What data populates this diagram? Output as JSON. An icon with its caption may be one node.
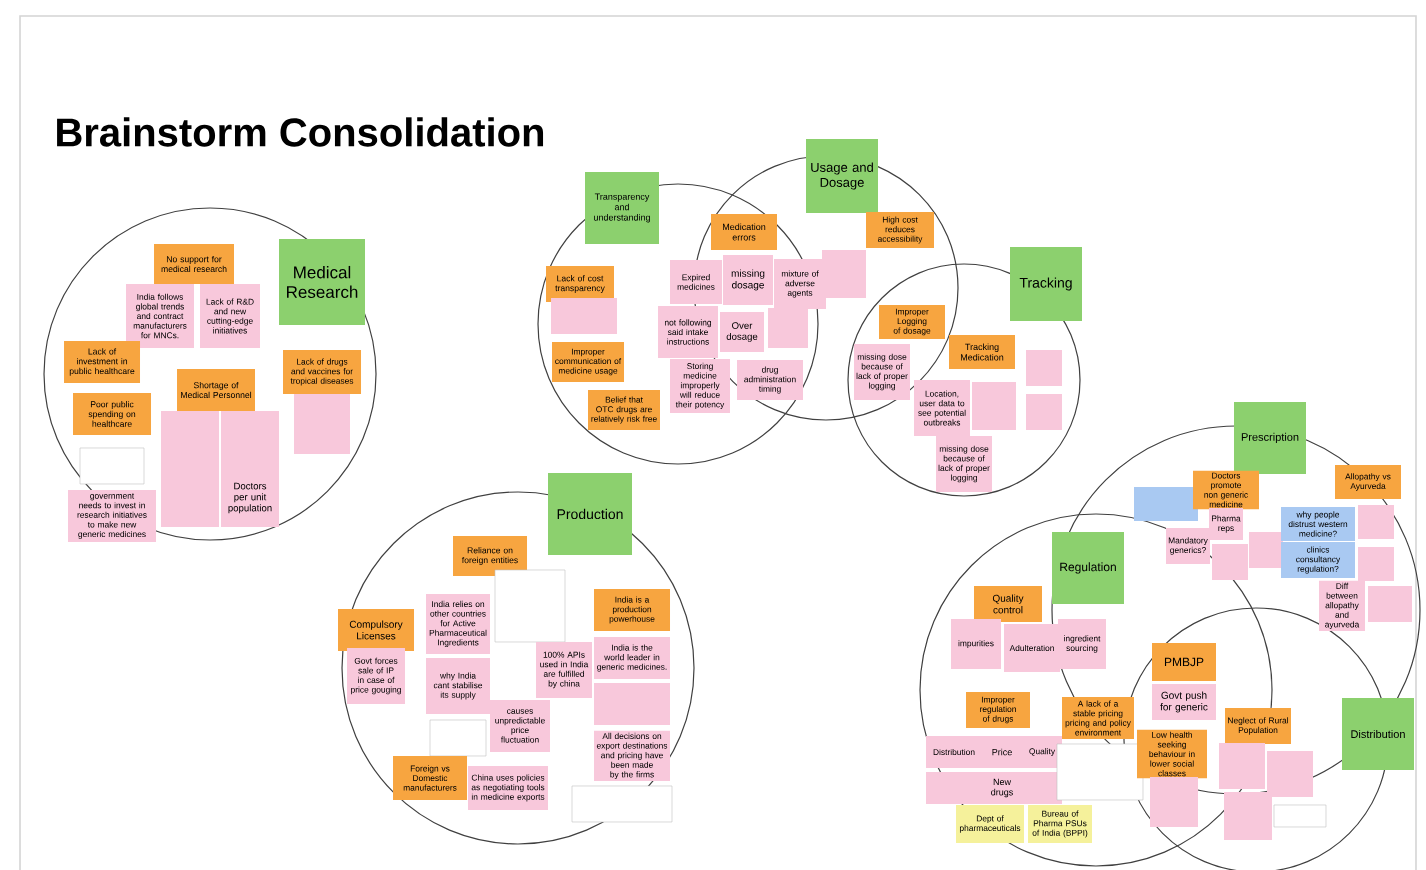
{
  "diagram": {
    "title": "Brainstorm Consolidation",
    "nodes": [
      {
        "text": [
          "Medical Research"
        ]
      },
      {
        "text": [
          "No support for medical research"
        ]
      },
      {
        "text": [
          "India follows global trends and contract manufacturers for MNCs."
        ]
      },
      {
        "text": [
          "Lack of R&D and new cutting-edge initiatives"
        ]
      },
      {
        "text": [
          "Lack of investment in public healthcare"
        ]
      },
      {
        "text": [
          "Shortage of Medical Personnel"
        ]
      },
      {
        "text": [
          "Lack of drugs and vaccines for tropical diseases"
        ]
      },
      {
        "text": [
          "Poor public spending on healthcare"
        ]
      },
      {
        "text": [],
        "shape": "box"
      },
      {
        "text": [],
        "shape": "box"
      },
      {
        "text": [],
        "shape": "box"
      },
      {
        "text": [],
        "shape": "box"
      },
      {
        "text": [],
        "shape": "box"
      },
      {
        "text": [
          "Doctors per unit population"
        ]
      },
      {
        "text": [
          "government needs to invest in research initiatives to make new generic medicines"
        ]
      },
      {
        "text": [
          "Transparency and understanding"
        ]
      },
      {
        "text": [
          "Usage and Dosage"
        ]
      },
      {
        "text": [
          "Medication errors"
        ]
      },
      {
        "text": [
          "Lack of cost transparency"
        ]
      },
      {
        "text": [],
        "shape": "box"
      },
      {
        "text": [
          "Improper communication of medicine usage"
        ]
      },
      {
        "text": [
          "Belief that OTC drugs are relatively risk free"
        ]
      },
      {
        "text": [
          "Expired medicines"
        ]
      },
      {
        "text": [
          "missing dosage"
        ]
      },
      {
        "text": [
          "mixture of adverse agents"
        ]
      },
      {
        "text": [
          "not following said intake instructions"
        ]
      },
      {
        "text": [
          "Over dosage"
        ]
      },
      {
        "text": [],
        "shape": "box"
      },
      {
        "text": [
          "Storing medicine improperly will reduce their potency"
        ]
      },
      {
        "text": [
          "drug administration timing"
        ]
      },
      {
        "text": [
          "High cost reduces accessibility"
        ]
      },
      {
        "text": [],
        "shape": "box"
      },
      {
        "text": [
          "Tracking"
        ]
      },
      {
        "text": [
          "Improper Logging of dosage"
        ]
      },
      {
        "text": [
          "Tracking Medication"
        ]
      },
      {
        "text": [
          "missing dose because of lack of proper logging"
        ]
      },
      {
        "text": [
          "Location, user data to see potential outbreaks"
        ]
      },
      {
        "text": [],
        "shape": "box"
      },
      {
        "text": [
          "missing dose because of lack of proper logging"
        ]
      },
      {
        "text": [],
        "shape": "box"
      },
      {
        "text": [],
        "shape": "box"
      },
      {
        "text": [
          "Production"
        ]
      },
      {
        "text": [
          "Reliance on foreign entities"
        ]
      },
      {
        "text": [],
        "shape": "box"
      },
      {
        "text": [
          "Compulsory Licenses"
        ]
      },
      {
        "text": [
          "Govt forces sale of IP in case of price gouging"
        ]
      },
      {
        "text": [
          "India relies on other countries for Active Pharmaceutical Ingredients"
        ]
      },
      {
        "text": [
          "why India cant stabilise its supply"
        ]
      },
      {
        "text": [
          "100% APIs used in India are fulfilled by china"
        ]
      },
      {
        "text": [
          "causes unpredictable price fluctuation"
        ]
      },
      {
        "text": [],
        "shape": "box"
      },
      {
        "text": [
          "Foreign vs Domestic manufacturers"
        ]
      },
      {
        "text": [
          "China uses policies as negotiating tools in medicine exports"
        ]
      },
      {
        "text": [
          "India is a production powerhouse"
        ]
      },
      {
        "text": [
          "India is the world leader in generic medicines."
        ]
      },
      {
        "text": [],
        "shape": "box"
      },
      {
        "text": [
          "All decisions on export destinations and pricing have been made by the firms"
        ]
      },
      {
        "text": [],
        "shape": "box"
      },
      {
        "text": [
          "Prescription"
        ]
      },
      {
        "text": [],
        "shape": "box"
      },
      {
        "text": [
          "Doctors promote non generic medicine"
        ]
      },
      {
        "text": [
          "Pharma reps"
        ]
      },
      {
        "text": [
          "Mandatory generics?"
        ]
      },
      {
        "text": [],
        "shape": "box"
      },
      {
        "text": [],
        "shape": "box"
      },
      {
        "text": [
          "Allopathy vs Ayurveda"
        ]
      },
      {
        "text": [
          "why people distrust western medicine?"
        ]
      },
      {
        "text": [
          "clinics consultancy regulation?"
        ]
      },
      {
        "text": [],
        "shape": "box"
      },
      {
        "text": [],
        "shape": "box"
      },
      {
        "text": [
          "Diff between allopathy and ayurveda"
        ]
      },
      {
        "text": [],
        "shape": "box"
      },
      {
        "text": [
          "Regulation"
        ]
      },
      {
        "text": [
          "Quality control"
        ]
      },
      {
        "text": [
          "impurities"
        ]
      },
      {
        "text": [
          "Adulteration"
        ]
      },
      {
        "text": [
          "ingredient sourcing"
        ]
      },
      {
        "text": [
          "Improper regulation of drugs"
        ]
      },
      {
        "text": [
          "Distribution"
        ]
      },
      {
        "text": [
          "Price"
        ]
      },
      {
        "text": [
          "Quality"
        ]
      },
      {
        "text": [],
        "shape": "box"
      },
      {
        "text": [
          "New drugs"
        ]
      },
      {
        "text": [],
        "shape": "box"
      },
      {
        "text": [
          "Dept of pharmaceuticals"
        ]
      },
      {
        "text": [
          "Bureau of Pharma PSUs of India (BPPI)"
        ]
      },
      {
        "text": [
          "A lack of a stable pricing pricing and policy environment"
        ]
      },
      {
        "text": [],
        "shape": "box"
      },
      {
        "text": [
          "PMBJP"
        ]
      },
      {
        "text": [
          "Govt push for generic"
        ]
      },
      {
        "text": [
          "Low health seeking behaviour in lower social classes"
        ]
      },
      {
        "text": [],
        "shape": "box"
      },
      {
        "text": [
          "Neglect of Rural Population"
        ]
      },
      {
        "text": [],
        "shape": "box"
      },
      {
        "text": [],
        "shape": "box"
      },
      {
        "text": [],
        "shape": "box"
      },
      {
        "text": [],
        "shape": "box"
      },
      {
        "text": [
          "Distribution"
        ]
      }
    ]
  }
}
